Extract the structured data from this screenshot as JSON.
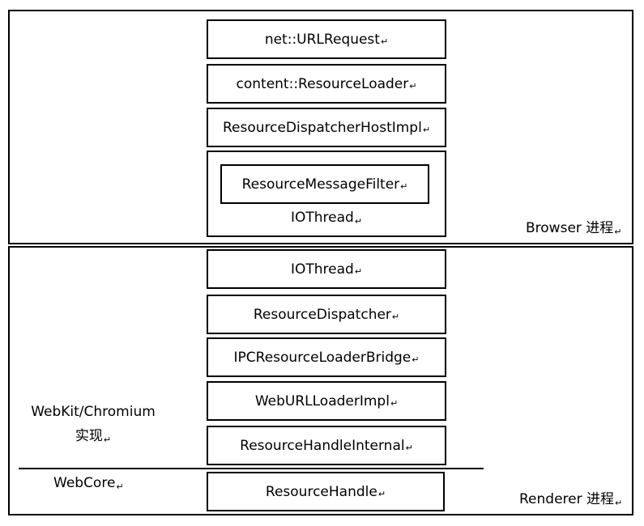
{
  "paragraph_mark": "↵",
  "browser": {
    "label": "Browser 进程",
    "boxes": [
      "net::URLRequest",
      "content::ResourceLoader",
      "ResourceDispatcherHostImpl"
    ],
    "iothread_container": {
      "inner": "ResourceMessageFilter",
      "label": "IOThread"
    }
  },
  "renderer": {
    "label": "Renderer 进程",
    "boxes": [
      "IOThread",
      "ResourceDispatcher",
      "IPCResourceLoaderBridge",
      "WebURLLoaderImpl",
      "ResourceHandleInternal",
      "ResourceHandle"
    ],
    "layers": {
      "webkit_line1": "WebKit/Chromium",
      "webkit_line2": "实现",
      "webcore": "WebCore"
    }
  }
}
